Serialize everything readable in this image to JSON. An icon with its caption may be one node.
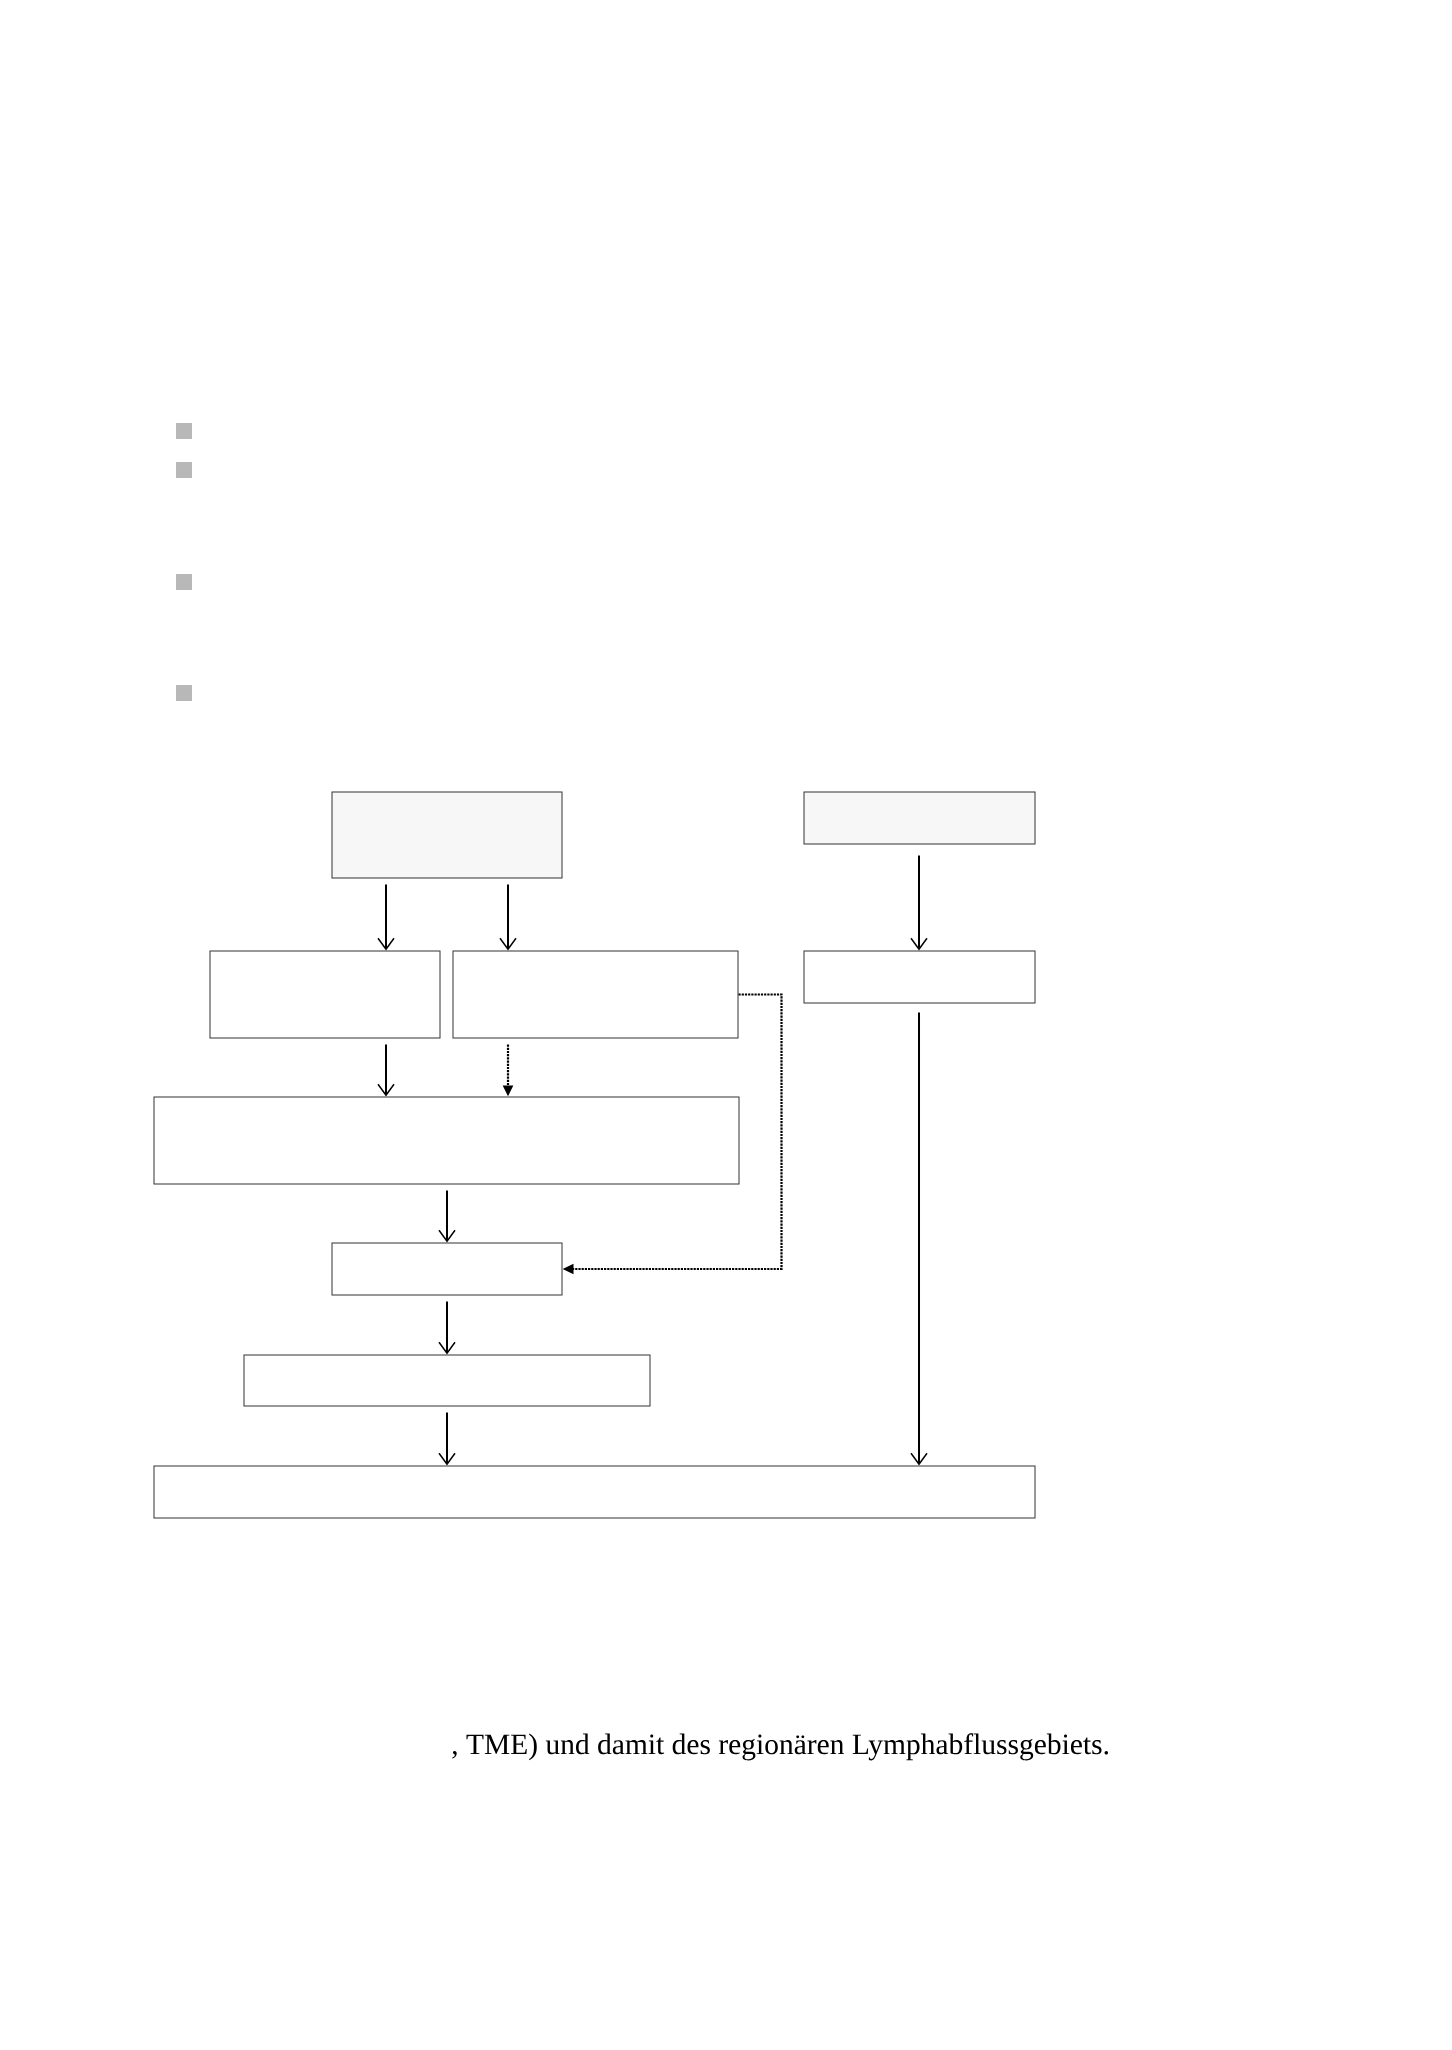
{
  "diagram": {
    "nodes": [
      {
        "text": [],
        "shape": "box"
      },
      {
        "text": [],
        "shape": "box"
      },
      {
        "text": [],
        "shape": "box"
      },
      {
        "text": [],
        "shape": "box"
      },
      {
        "text": [],
        "shape": "box"
      },
      {
        "text": [],
        "shape": "box"
      },
      {
        "text": [],
        "shape": "box"
      },
      {
        "text": [],
        "shape": "box"
      },
      {
        "text": [],
        "shape": "box"
      }
    ],
    "edges": [
      {
        "from": 0,
        "to": 2,
        "arrow": "to"
      },
      {
        "from": 0,
        "to": 3,
        "arrow": "to"
      },
      {
        "from": 1,
        "to": 4,
        "arrow": "to"
      },
      {
        "from": 2,
        "to": 5,
        "arrow": "to"
      },
      {
        "from": 3,
        "to": 5,
        "arrow": "to",
        "style": "dashed"
      },
      {
        "from": 3,
        "to": 6,
        "arrow": "to",
        "style": "dashed"
      },
      {
        "from": 5,
        "to": 6,
        "arrow": "to"
      },
      {
        "from": 6,
        "to": 7,
        "arrow": "to"
      },
      {
        "from": 7,
        "to": 8,
        "arrow": "to"
      },
      {
        "from": 4,
        "to": 8,
        "arrow": "to"
      }
    ],
    "labels": [
      ", TME) und damit des regionären Lymphabflussgebiets."
    ]
  }
}
